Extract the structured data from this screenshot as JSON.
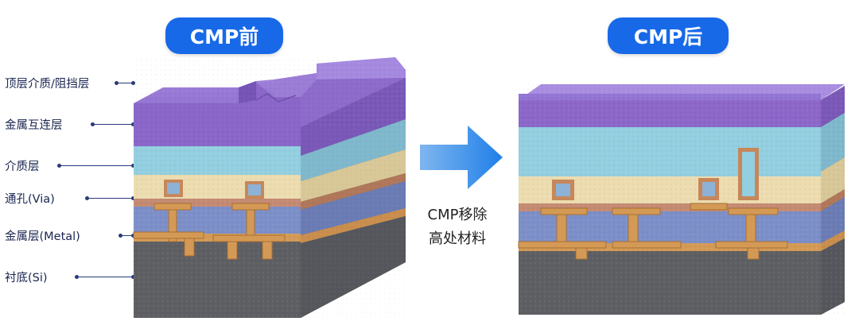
{
  "titles": {
    "before": "CMP前",
    "after": "CMP后"
  },
  "layer_labels": [
    "顶层介质/阻挡层",
    "金属互连层",
    "介质层",
    "通孔(Via)",
    "金属层(Metal)",
    "衬底(Si)"
  ],
  "process": {
    "line1": "CMP移除",
    "line2": "高处材料"
  },
  "colors": {
    "title_pill": "#1769e8",
    "arrow": "#1f7fe8",
    "purple_top": "#8f6fd3",
    "purple": "#8c67c9",
    "cyan": "#93cfe0",
    "cream": "#ecdcb0",
    "blue_metal": "#7c8fc8",
    "copper": "#d49a55",
    "substrate": "#5d5f63"
  }
}
